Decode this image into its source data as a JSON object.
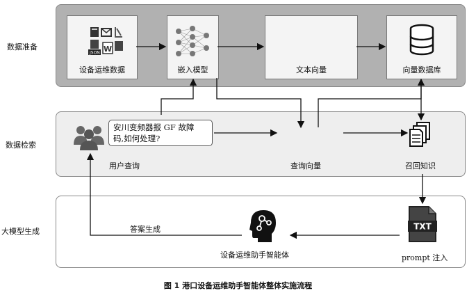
{
  "rows": {
    "prep": "数据准备",
    "retrieval": "数据检索",
    "generation": "大模型生成"
  },
  "nodes": {
    "device_data": "设备运维数据",
    "embedding": "嵌入模型",
    "text_vector": "文本向量",
    "vector_db": "向量数据库",
    "user_query": "用户查询",
    "query_vector": "查询向量",
    "recall": "召回知识",
    "prompt": "prompt 注入",
    "agent": "设备运维助手智能体",
    "answer": "答案生成"
  },
  "query_bubble": {
    "line1": "安川变频器报 GF 故障",
    "line2": "码,如何处理?"
  },
  "file_icons": {
    "json": "JSON",
    "txt": "TXT"
  },
  "caption": "图 1    港口设备运维助手智能体整体实施流程",
  "colors": {
    "prep_band": "#b1b1b1",
    "retrieval_band": "#eeeeee",
    "vector_cell": "#6a6a6a"
  }
}
